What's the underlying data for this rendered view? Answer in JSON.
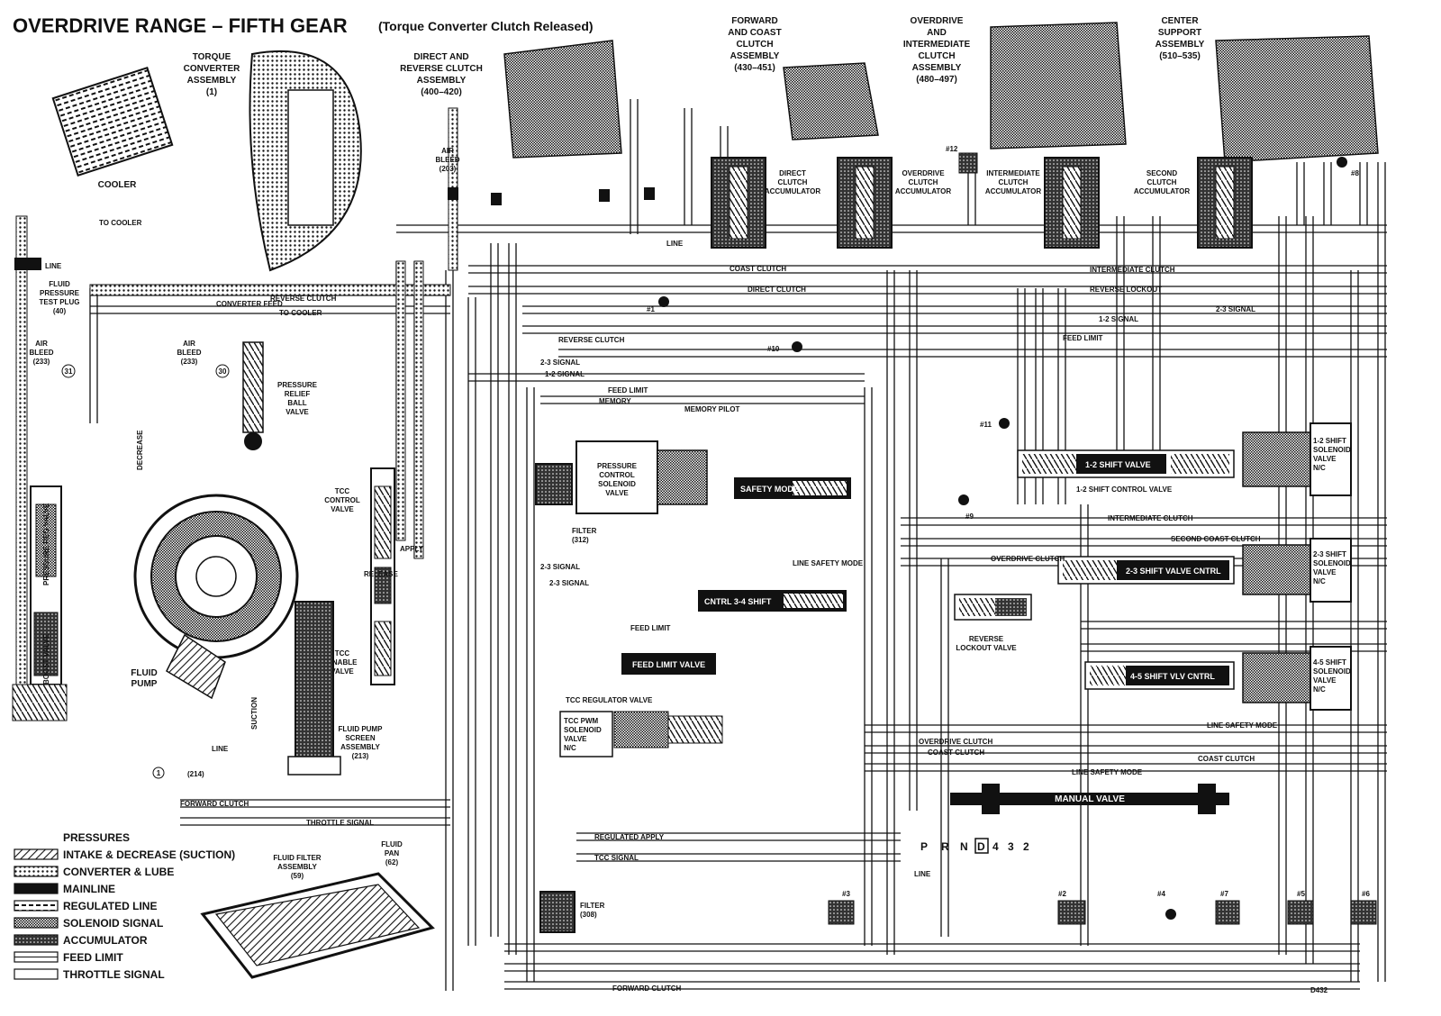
{
  "title": "OVERDRIVE RANGE – FIFTH GEAR",
  "subtitle": "(Torque Converter Clutch Released)",
  "assemblies": [
    {
      "id": "torque_converter",
      "text": [
        "TORQUE",
        "CONVERTER",
        "ASSEMBLY",
        "(1)"
      ]
    },
    {
      "id": "direct_reverse",
      "text": [
        "DIRECT AND",
        "REVERSE CLUTCH",
        "ASSEMBLY",
        "(400–420)"
      ]
    },
    {
      "id": "forward_coast",
      "text": [
        "FORWARD",
        "AND COAST",
        "CLUTCH",
        "ASSEMBLY",
        "(430–451)"
      ]
    },
    {
      "id": "overdrive_intermediate",
      "text": [
        "OVERDRIVE",
        "AND",
        "INTERMEDIATE",
        "CLUTCH",
        "ASSEMBLY",
        "(480–497)"
      ]
    },
    {
      "id": "center_support",
      "text": [
        "CENTER",
        "SUPPORT",
        "ASSEMBLY",
        "(510–535)"
      ]
    }
  ],
  "components": {
    "cooler": "COOLER",
    "fluid_pressure_test_plug": [
      "FLUID",
      "PRESSURE",
      "TEST PLUG",
      "(40)"
    ],
    "air_bleed_left": [
      "AIR",
      "BLEED",
      "(233)"
    ],
    "air_bleed_mid": [
      "AIR",
      "BLEED",
      "(233)"
    ],
    "air_bleed_203": [
      "AIR",
      "BLEED",
      "(203)"
    ],
    "pressure_relief": [
      "PRESSURE",
      "RELIEF",
      "BALL",
      "VALVE"
    ],
    "fluid_pump": [
      "FLUID",
      "PUMP"
    ],
    "tcc_control_valve": [
      "TCC",
      "CONTROL",
      "VALVE"
    ],
    "tcc_enable_valve": [
      "TCC",
      "ENABLE",
      "VALVE"
    ],
    "fluid_pump_screen": [
      "FLUID PUMP",
      "SCREEN",
      "ASSEMBLY",
      "(213)"
    ],
    "fluid_filter_assembly": [
      "FLUID FILTER",
      "ASSEMBLY",
      "(59)"
    ],
    "fluid_pan": [
      "FLUID",
      "PAN",
      "(62)"
    ],
    "direct_clutch_accumulator": [
      "DIRECT",
      "CLUTCH",
      "ACCUMULATOR"
    ],
    "overdrive_clutch_accumulator": [
      "OVERDRIVE",
      "CLUTCH",
      "ACCUMULATOR"
    ],
    "intermediate_clutch_accumulator": [
      "INTERMEDIATE",
      "CLUTCH",
      "ACCUMULATOR"
    ],
    "second_clutch_accumulator": [
      "SECOND",
      "CLUTCH",
      "ACCUMULATOR"
    ],
    "pressure_control_solenoid": [
      "PRESSURE",
      "CONTROL",
      "SOLENOID",
      "VALVE"
    ],
    "filter_312": [
      "FILTER",
      "(312)"
    ],
    "filter_308": [
      "FILTER",
      "(308)"
    ],
    "safety_mode": "SAFETY MODE",
    "shift_34": "CNTRL 3-4 SHIFT",
    "feed_limit_valve": "FEED LIMIT VALVE",
    "tcc_regulator_valve": "TCC REGULATOR VALVE",
    "tcc_pwm_solenoid": [
      "TCC PWM",
      "SOLENOID",
      "VALVE",
      "N/C"
    ],
    "shift_12_valve": "1-2 SHIFT VALVE",
    "shift_12_control": "1-2 SHIFT CONTROL VALVE",
    "shift_23_valve": "2-3 SHIFT VALVE CNTRL",
    "shift_45_valve": "4-5 SHIFT VLV CNTRL",
    "reverse_lockout": [
      "REVERSE",
      "LOCKOUT VALVE"
    ],
    "manual_valve": "MANUAL VALVE",
    "solenoid_12": [
      "1-2 SHIFT",
      "SOLENOID",
      "VALVE",
      "N/C"
    ],
    "solenoid_23": [
      "2-3 SHIFT",
      "SOLENOID",
      "VALVE",
      "N/C"
    ],
    "solenoid_45": [
      "4-5 SHIFT",
      "SOLENOID",
      "VALVE",
      "N/C"
    ],
    "pressure_regulator": "PRESSURE REG VALVE",
    "boost_valve": "BOOST VALVE"
  },
  "numbered_labels": {
    "n214": "(214)",
    "one": "1",
    "thirty_one": "31",
    "thirty": "30"
  },
  "gear_selector": [
    "P",
    "R",
    "N",
    "D",
    "4",
    "3",
    "2"
  ],
  "line_labels": {
    "forward_clutch": "FORWARD CLUTCH",
    "coast_clutch": "COAST CLUTCH",
    "reverse_clutch": "REVERSE CLUTCH",
    "direct_clutch": "DIRECT CLUTCH",
    "to_cooler": "TO COOLER",
    "converter_feed": "CONVERTER FEED",
    "line": "LINE",
    "feed_limit": "FEED LIMIT",
    "throttle_signal": "THROTTLE SIGNAL",
    "regulated_apply": "REGULATED APPLY",
    "tcc_signal": "TCC SIGNAL",
    "memory": "MEMORY",
    "memory_pilot": "MEMORY PILOT",
    "signal_12": "1-2 SIGNAL",
    "signal_23": "2-3 SIGNAL",
    "reverse_lockout_line": "REVERSE LOCKOUT",
    "second_coast_clutch": "SECOND COAST CLUTCH",
    "intermediate_clutch": "INTERMEDIATE CLUTCH",
    "overdrive_clutch": "OVERDRIVE CLUTCH",
    "line_safety_mode": "LINE SAFETY MODE",
    "decrease": "DECREASE",
    "suction": "SUCTION",
    "d432": "D432",
    "apply": "APPLY",
    "release": "RELEASE",
    "check_balls": [
      "#1",
      "#2",
      "#3",
      "#4",
      "#5",
      "#6",
      "#7",
      "#8",
      "#9",
      "#10",
      "#11",
      "#12"
    ]
  },
  "legend": {
    "heading": "PRESSURES",
    "items": [
      {
        "label": "INTAKE & DECREASE (SUCTION)",
        "pattern": "hatch"
      },
      {
        "label": "CONVERTER & LUBE",
        "pattern": "dots"
      },
      {
        "label": "MAINLINE",
        "pattern": "solid"
      },
      {
        "label": "REGULATED LINE",
        "pattern": "dash"
      },
      {
        "label": "SOLENOID SIGNAL",
        "pattern": "fine"
      },
      {
        "label": "ACCUMULATOR",
        "pattern": "dark"
      },
      {
        "label": "FEED LIMIT",
        "pattern": "line"
      },
      {
        "label": "THROTTLE SIGNAL",
        "pattern": "empty"
      }
    ]
  }
}
